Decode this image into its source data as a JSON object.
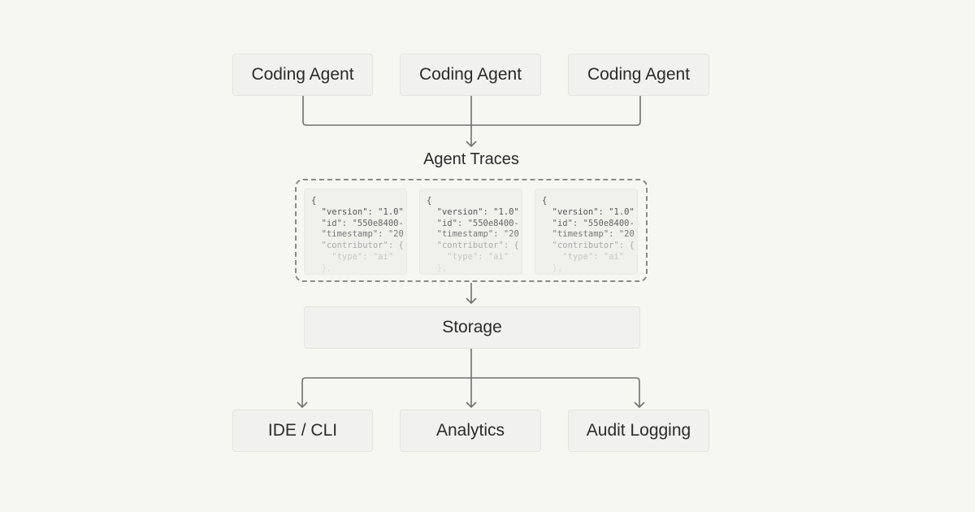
{
  "sources": [
    {
      "label": "Coding Agent"
    },
    {
      "label": "Coding Agent"
    },
    {
      "label": "Coding Agent"
    }
  ],
  "traces": {
    "title": "Agent Traces",
    "cards": [
      {
        "lines": [
          "{",
          "  \"version\": \"1.0\"",
          "  \"id\": \"550e8400-",
          "  \"timestamp\": \"20",
          "  \"contributor\": {",
          "    \"type\": \"ai\"",
          "  },"
        ]
      },
      {
        "lines": [
          "{",
          "  \"version\": \"1.0\"",
          "  \"id\": \"550e8400-",
          "  \"timestamp\": \"20",
          "  \"contributor\": {",
          "    \"type\": \"ai\"",
          "  },"
        ]
      },
      {
        "lines": [
          "{",
          "  \"version\": \"1.0\"",
          "  \"id\": \"550e8400-",
          "  \"timestamp\": \"20",
          "  \"contributor\": {",
          "    \"type\": \"ai\"",
          "  },"
        ]
      }
    ]
  },
  "storage": {
    "label": "Storage"
  },
  "consumers": [
    {
      "label": "IDE / CLI"
    },
    {
      "label": "Analytics"
    },
    {
      "label": "Audit Logging"
    }
  ],
  "colors": {
    "background": "#f6f6f3",
    "box": "#f1f1ef",
    "connector": "#707070"
  }
}
